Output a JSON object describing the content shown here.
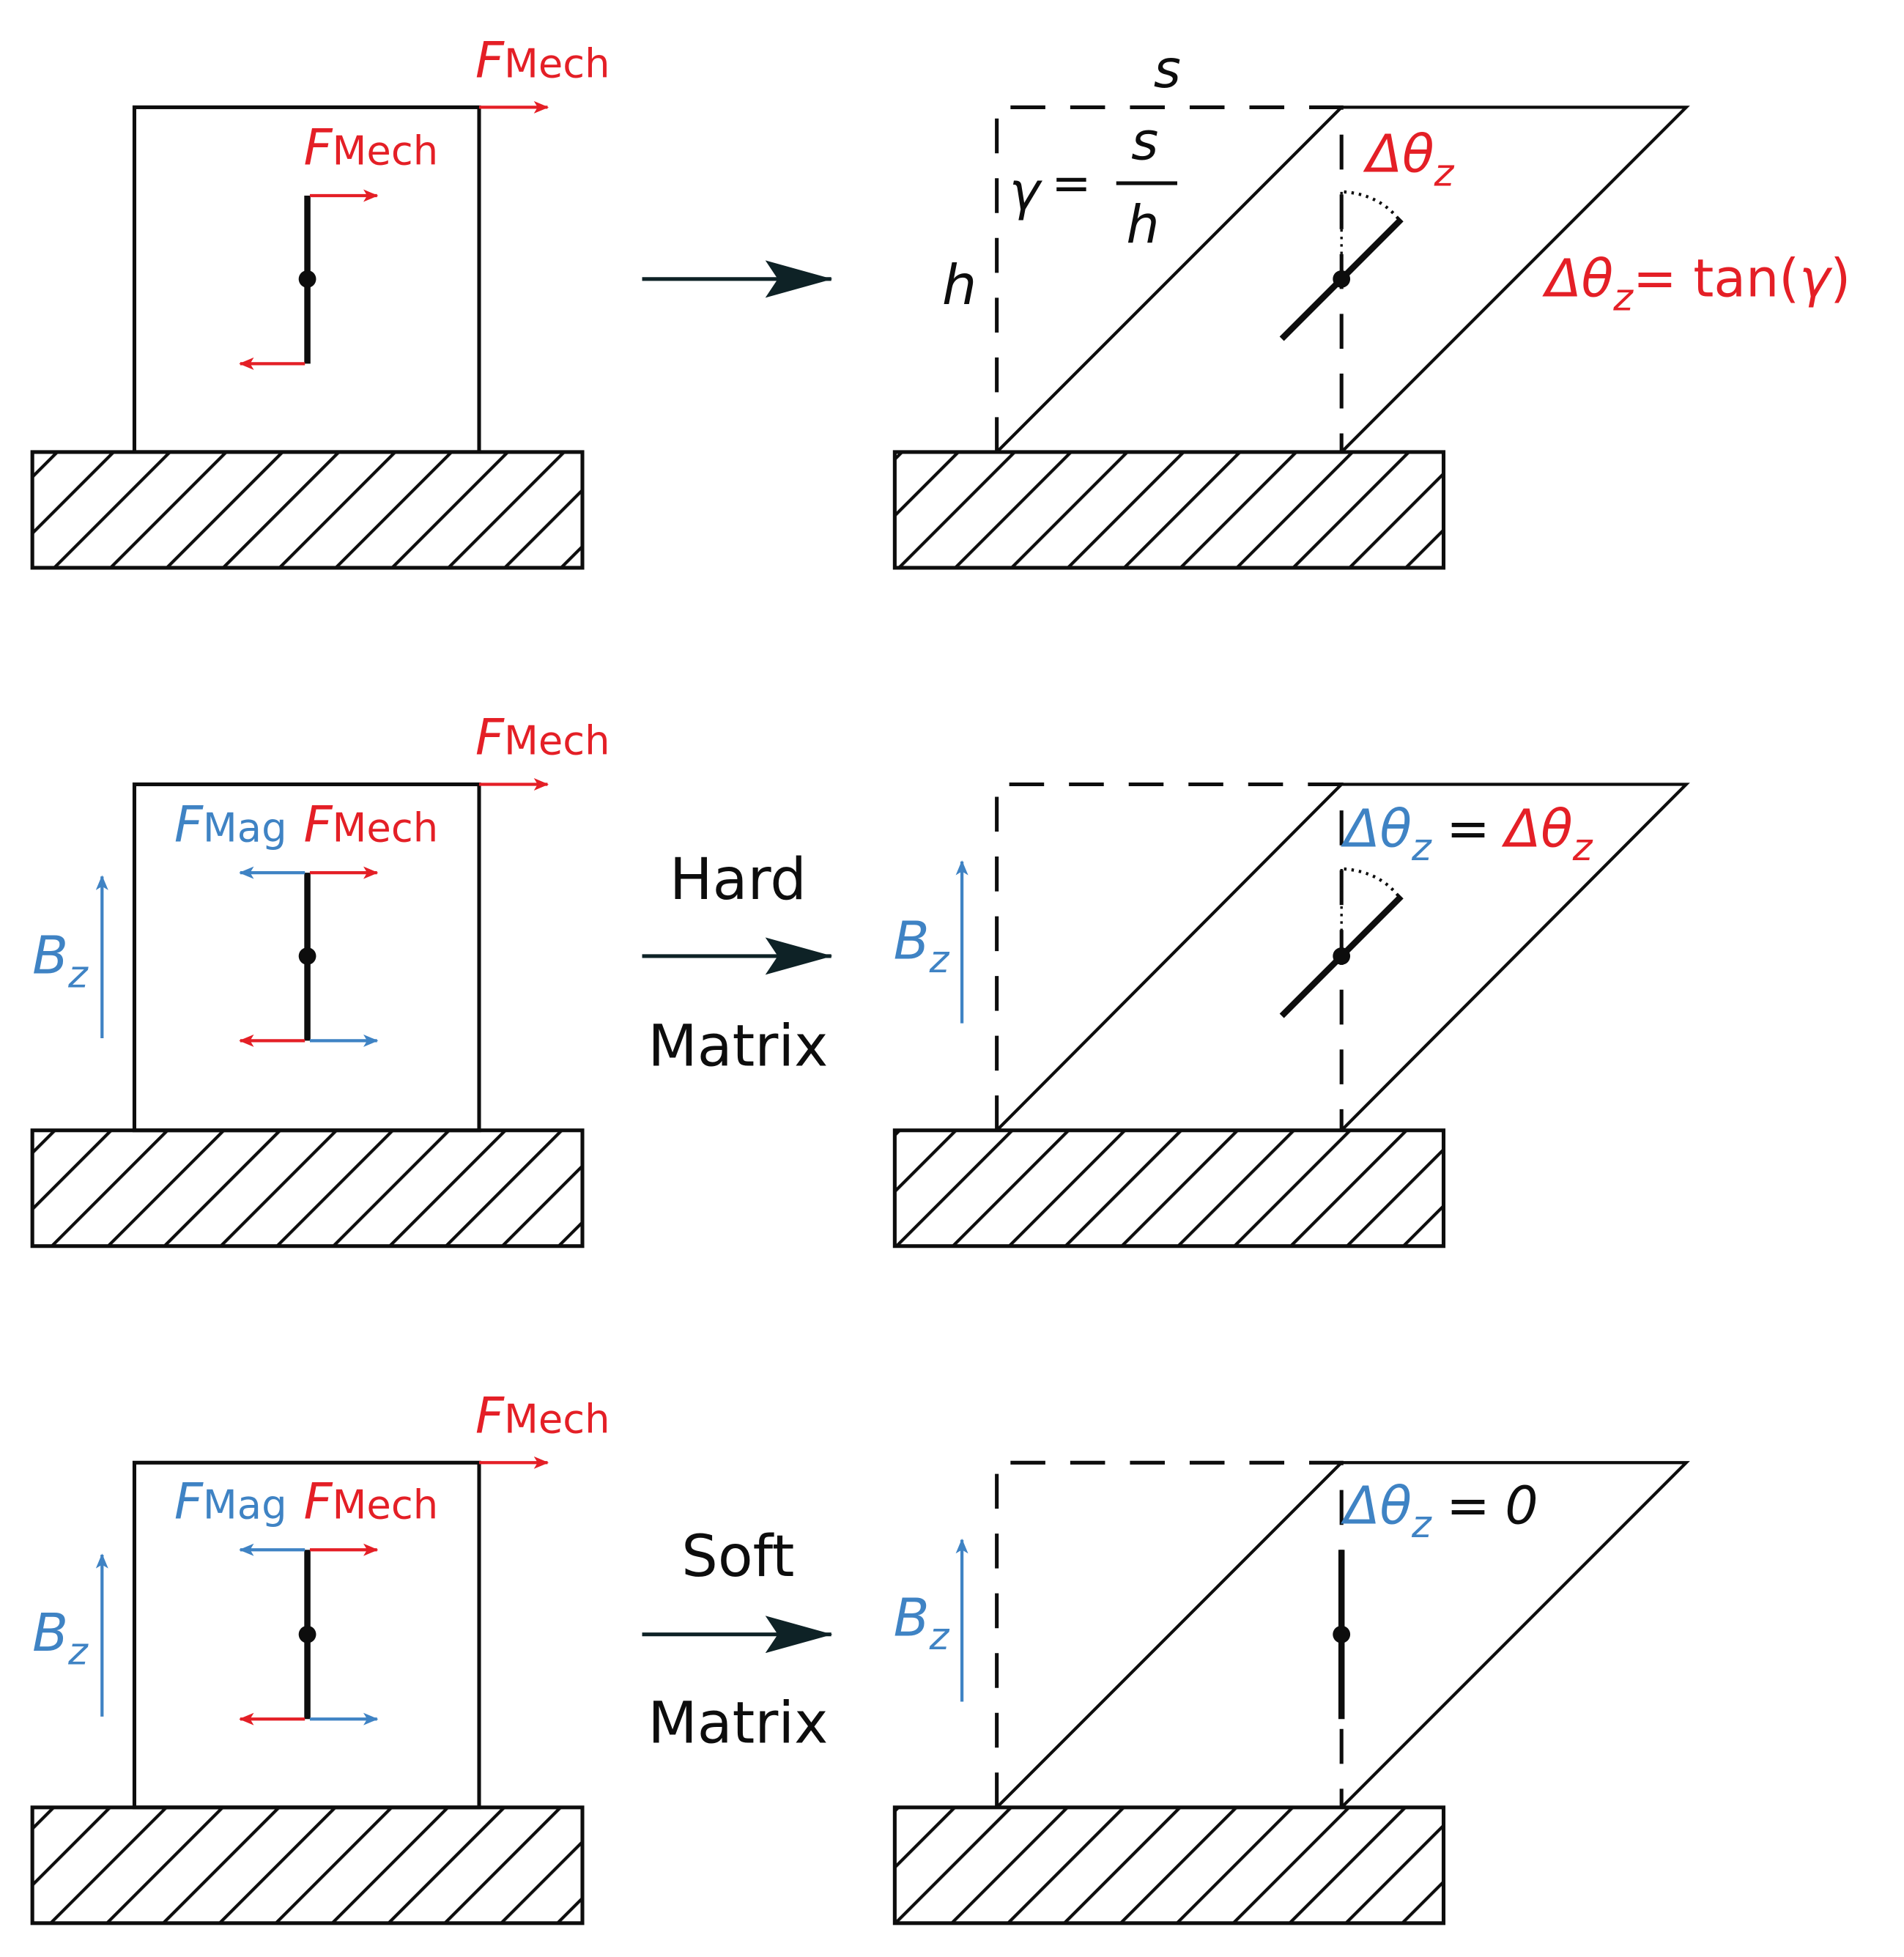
{
  "colors": {
    "ink": "#0d0d0d",
    "mech": "#e41f26",
    "mag": "#3f83c4",
    "arrow": "#0e2226"
  },
  "labels": {
    "f": "F",
    "mech_sub": "Mech",
    "mag_sub": "Mag",
    "b": "B",
    "z_sub": "z",
    "delta_theta": "Δθ",
    "equals_sign": "=",
    "tan_text": "= tan(",
    "gamma": "γ",
    "close_paren": ")",
    "s": "s",
    "h": "h",
    "zero": "0"
  },
  "rows": [
    {
      "process_top": "",
      "process_bottom": ""
    },
    {
      "process_top": "Hard",
      "process_bottom": "Matrix"
    },
    {
      "process_top": "Soft",
      "process_bottom": "Matrix"
    }
  ]
}
